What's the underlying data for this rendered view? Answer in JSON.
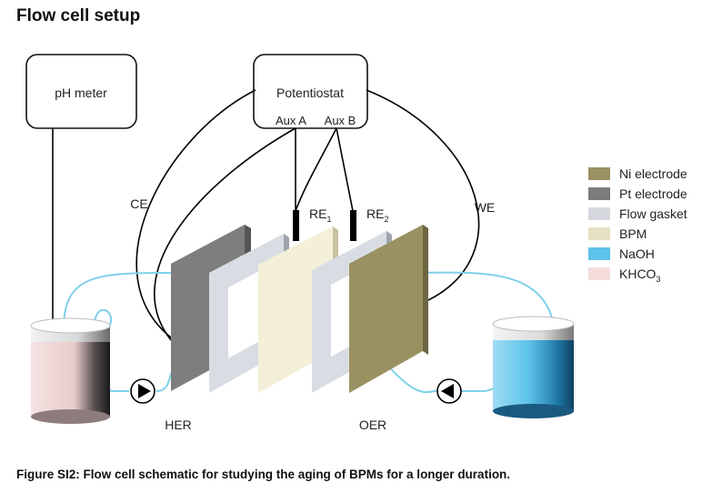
{
  "title": "Flow cell setup",
  "caption": "Figure SI2: Flow cell schematic for studying the aging of BPMs for a longer duration.",
  "instruments": {
    "ph_meter": "pH meter",
    "potentiostat": "Potentiostat",
    "aux_a": "Aux A",
    "aux_b": "Aux B"
  },
  "wire_labels": {
    "ce": "CE",
    "re1": "RE",
    "re1_sub": "1",
    "re2": "RE",
    "re2_sub": "2",
    "we": "WE"
  },
  "side_labels": {
    "her": "HER",
    "oer": "OER"
  },
  "legend": [
    {
      "label": "Ni electrode",
      "sub": "",
      "color": "#9a9162"
    },
    {
      "label": "Pt electrode",
      "sub": "",
      "color": "#7c7c7c"
    },
    {
      "label": "Flow gasket",
      "sub": "",
      "color": "#d4d7dc"
    },
    {
      "label": "BPM",
      "sub": "",
      "color": "#e6e0c4"
    },
    {
      "label": "NaOH",
      "sub": "",
      "color": "#5cc2ea"
    },
    {
      "label": "KHCO",
      "sub": "3",
      "color": "#f4dcdc"
    }
  ],
  "colors": {
    "wire": "#000000",
    "tubing": "#7fd0ea",
    "pt_electrode": "#888888",
    "ni_electrode": "#9a9162",
    "gasket": "#d9dde3",
    "bpm": "#f4efd8",
    "naoh": "#5cc2ea",
    "khco3": "#f4dcdc"
  }
}
